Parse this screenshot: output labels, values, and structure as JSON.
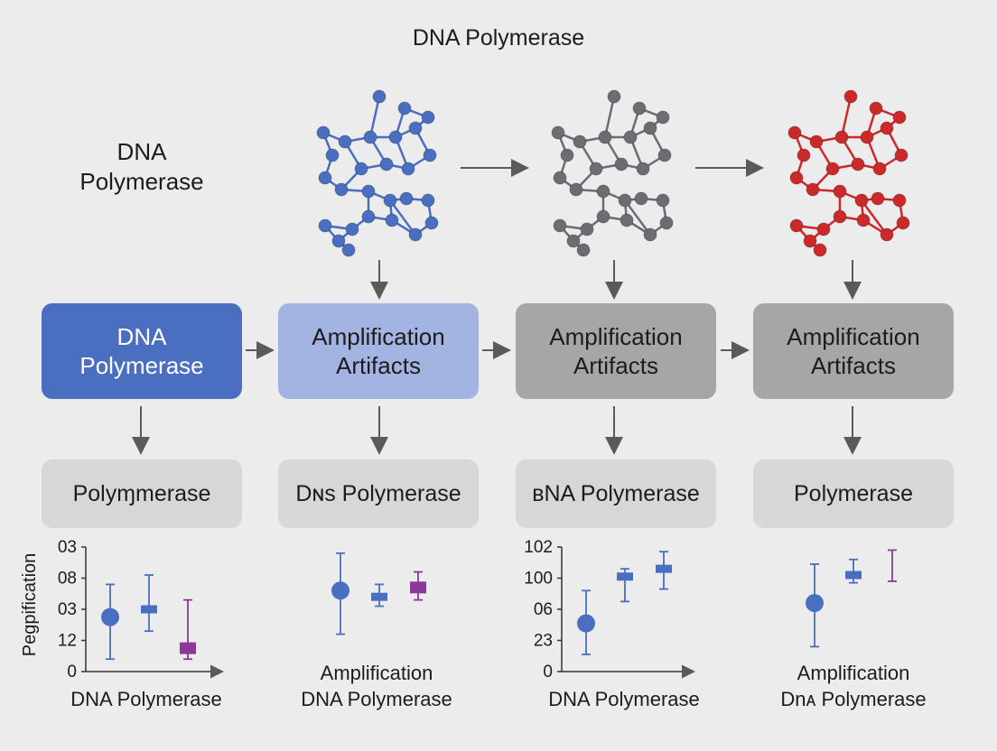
{
  "title": "DNA Polymerase",
  "side_label": "DNA\nPolymerase",
  "colors": {
    "blue": "#4a6fc0",
    "gray": "#6b6d73",
    "red": "#cc2a2a",
    "purple": "#8a3a96",
    "light_blue_box": "#a3b4e3",
    "gray_box": "#a6a6a6",
    "pale_box": "#d7d7d7"
  },
  "molecules": [
    "blue",
    "gray",
    "red"
  ],
  "main_boxes": [
    {
      "label": "DNA\nPolymerase",
      "style": "b-blue"
    },
    {
      "label": "Amplification\nArtifacts",
      "style": "b-light"
    },
    {
      "label": "Amplification\nArtifacts",
      "style": "b-gray"
    },
    {
      "label": "Amplification\nArtifacts",
      "style": "b-gray"
    }
  ],
  "sub_boxes": [
    {
      "label": "Polyɱmerase"
    },
    {
      "label": "Dɴs Polymerase"
    },
    {
      "label": "ʙNA Polymerase"
    },
    {
      "label": "Polymerase"
    }
  ],
  "chart_data": [
    {
      "type": "scatter",
      "ylabel": "Pegpification",
      "xlabel": "DNA Polymerase",
      "yticks": [
        "03",
        "08",
        "03",
        "12",
        "0"
      ],
      "points": [
        {
          "x": 1,
          "y": 1.75,
          "low": 0.4,
          "high": 2.8,
          "color": "blue",
          "marker": "circle"
        },
        {
          "x": 2,
          "y": 2.0,
          "low": 1.3,
          "high": 3.1,
          "color": "blue",
          "marker": "bar"
        },
        {
          "x": 3,
          "y": 0.75,
          "low": 0.4,
          "high": 2.3,
          "color": "purple",
          "marker": "square"
        }
      ]
    },
    {
      "type": "scatter",
      "xlabel_lines": [
        "Amplification",
        "DNA Polymerase"
      ],
      "points": [
        {
          "x": 1,
          "y": 2.6,
          "low": 1.2,
          "high": 3.8,
          "color": "blue",
          "marker": "circle"
        },
        {
          "x": 2,
          "y": 2.4,
          "low": 2.1,
          "high": 2.8,
          "color": "blue",
          "marker": "bar"
        },
        {
          "x": 3,
          "y": 2.7,
          "low": 2.3,
          "high": 3.2,
          "color": "purple",
          "marker": "square"
        }
      ]
    },
    {
      "type": "scatter",
      "xlabel": "DNA Polymerase",
      "yticks": [
        "102",
        "100",
        "06",
        "23",
        "0"
      ],
      "points": [
        {
          "x": 1,
          "y": 1.55,
          "low": 0.55,
          "high": 2.6,
          "color": "blue",
          "marker": "circle"
        },
        {
          "x": 2,
          "y": 3.05,
          "low": 2.25,
          "high": 3.3,
          "color": "blue",
          "marker": "bar"
        },
        {
          "x": 3,
          "y": 3.3,
          "low": 2.65,
          "high": 3.85,
          "color": "blue",
          "marker": "bar"
        }
      ]
    },
    {
      "type": "scatter",
      "xlabel_lines": [
        "Amplification",
        "Dnᴀ Polymerase"
      ],
      "points": [
        {
          "x": 1,
          "y": 2.2,
          "low": 0.8,
          "high": 3.45,
          "color": "blue",
          "marker": "circle"
        },
        {
          "x": 2,
          "y": 3.1,
          "low": 2.85,
          "high": 3.6,
          "color": "blue",
          "marker": "bar"
        },
        {
          "x": 3,
          "y": 3.4,
          "low": 2.9,
          "high": 3.9,
          "color": "purple",
          "marker": "line"
        }
      ]
    }
  ]
}
